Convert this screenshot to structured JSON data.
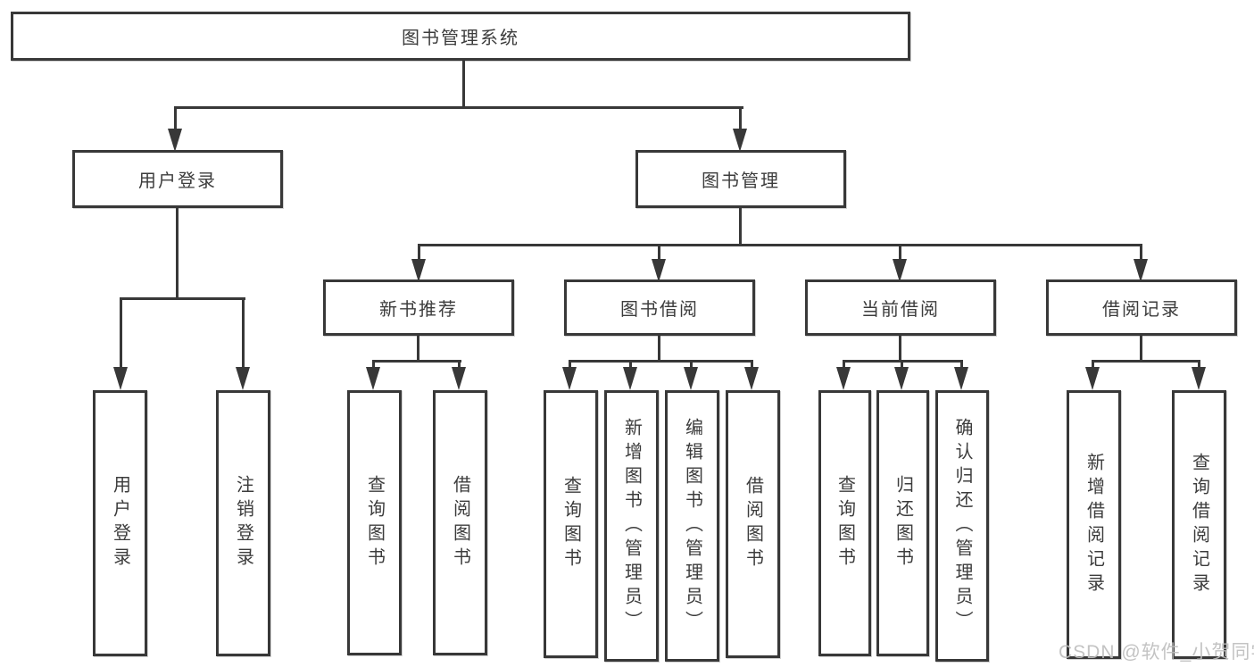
{
  "diagram_title": "图书管理系统",
  "colors": {
    "line": "#383838",
    "text": "#3c3c3c",
    "box_background": "#ffffff",
    "watermark": "#bebebe"
  },
  "nodes": {
    "root": {
      "label": "图书管理系统"
    },
    "user_login": {
      "label": "用户登录"
    },
    "book_mgmt": {
      "label": "图书管理"
    },
    "ul_login": {
      "label": "用户登录"
    },
    "ul_logout": {
      "label": "注销登录"
    },
    "rec": {
      "label": "新书推荐"
    },
    "borrow": {
      "label": "图书借阅"
    },
    "current": {
      "label": "当前借阅"
    },
    "record": {
      "label": "借阅记录"
    },
    "rec_query": {
      "label": "查询图书"
    },
    "rec_borrow": {
      "label": "借阅图书"
    },
    "bor_query": {
      "label": "查询图书"
    },
    "bor_add": {
      "label": "新增图书（管理员）"
    },
    "bor_edit": {
      "label": "编辑图书（管理员）"
    },
    "bor_borrow": {
      "label": "借阅图书"
    },
    "cur_query": {
      "label": "查询图书"
    },
    "cur_return": {
      "label": "归还图书"
    },
    "cur_confirm": {
      "label": "确认归还（管理员）"
    },
    "hist_add": {
      "label": "新增借阅记录"
    },
    "hist_query": {
      "label": "查询借阅记录"
    }
  },
  "hierarchy": [
    {
      "parent": "图书管理系统",
      "children": [
        "用户登录",
        "图书管理"
      ]
    },
    {
      "parent": "用户登录",
      "children": [
        "用户登录",
        "注销登录"
      ]
    },
    {
      "parent": "图书管理",
      "children": [
        "新书推荐",
        "图书借阅",
        "当前借阅",
        "借阅记录"
      ]
    },
    {
      "parent": "新书推荐",
      "children": [
        "查询图书",
        "借阅图书"
      ]
    },
    {
      "parent": "图书借阅",
      "children": [
        "查询图书",
        "新增图书（管理员）",
        "编辑图书（管理员）",
        "借阅图书"
      ]
    },
    {
      "parent": "当前借阅",
      "children": [
        "查询图书",
        "归还图书",
        "确认归还（管理员）"
      ]
    },
    {
      "parent": "借阅记录",
      "children": [
        "新增借阅记录",
        "查询借阅记录"
      ]
    }
  ],
  "watermark": {
    "text": "CSDN @软件_小贺同学"
  }
}
